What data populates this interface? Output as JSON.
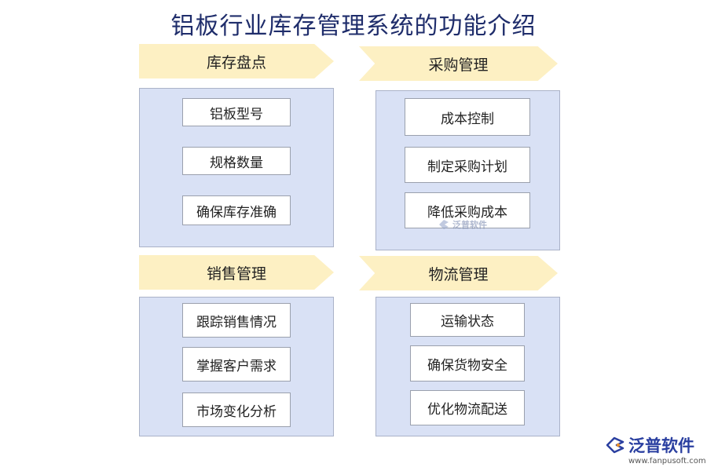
{
  "title": "铝板行业库存管理系统的功能介绍",
  "sections": [
    {
      "heading": "库存盘点",
      "items": [
        "铝板型号",
        "规格数量",
        "确保库存准确"
      ]
    },
    {
      "heading": "采购管理",
      "items": [
        "成本控制",
        "制定采购计划",
        "降低采购成本"
      ]
    },
    {
      "heading": "销售管理",
      "items": [
        "跟踪销售情况",
        "掌握客户需求",
        "市场变化分析"
      ]
    },
    {
      "heading": "物流管理",
      "items": [
        "运输状态",
        "确保货物安全",
        "优化物流配送"
      ]
    }
  ],
  "watermark": {
    "text": "泛普软件",
    "icon": "fanpu-logo-icon"
  },
  "logo": {
    "name": "泛普软件",
    "url": "www.fanpusoft.com",
    "icon": "fanpu-logo-icon"
  },
  "colors": {
    "banner": "#fdf0c3",
    "panel": "#d9e1f5",
    "title": "#1f2d6b",
    "brand": "#2a3fa0"
  }
}
